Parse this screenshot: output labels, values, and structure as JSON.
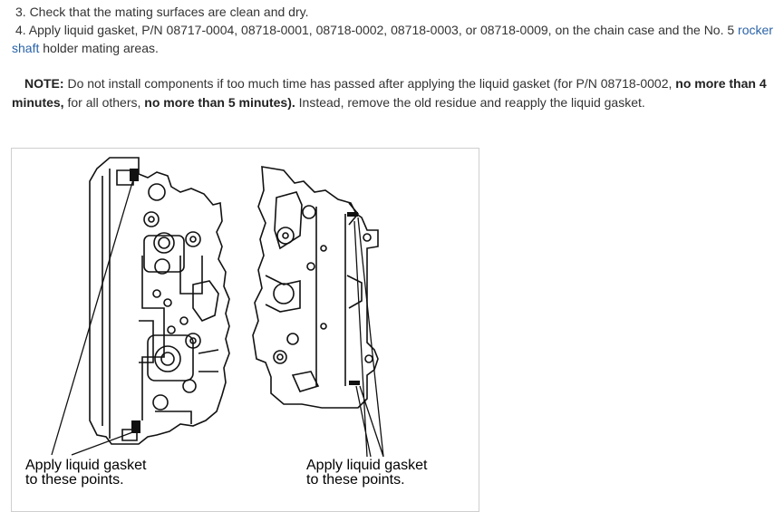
{
  "steps": {
    "step3": "3. Check that the mating surfaces are clean and dry.",
    "step4_part1": "4. Apply liquid gasket, P/N 08717-0004, 08718-0001, 08718-0002, 08718-0003, or 08718-0009, on the chain case and the No. 5",
    "step4_link_part1": "rocker",
    "step4_link_part2": "shaft",
    "step4_part2": " holder mating areas."
  },
  "note": {
    "label": "NOTE:",
    "text1": " Do not install components if too much time has passed after applying the liquid gasket (for P/N 08718-0002, ",
    "bold1a": "no more than 4",
    "bold1b": "minutes,",
    "text2": " for all others, ",
    "bold2": "no more than 5 minutes).",
    "text3": " Instead, remove the old residue and reapply the liquid gasket."
  },
  "figure": {
    "caption_left_line1": "Apply liquid gasket",
    "caption_left_line2": "to these points.",
    "caption_right_line1": "Apply liquid gasket",
    "caption_right_line2": "to these points."
  },
  "colors": {
    "text": "#333333",
    "link": "#2a63a8",
    "figure_border": "#cfcfcf"
  }
}
